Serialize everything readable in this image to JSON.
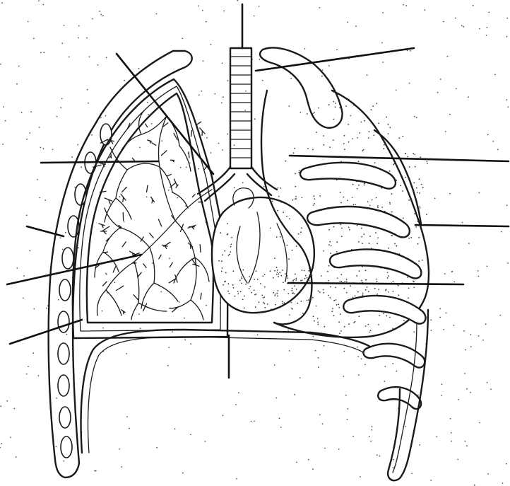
{
  "figure": {
    "background_color": "#ffffff",
    "ink_color": "#1a1a1a",
    "shading_color": "#3a3a3a",
    "label_slots": [
      {
        "id": "top-center",
        "text": ""
      },
      {
        "id": "upper-left-diagonal",
        "text": ""
      },
      {
        "id": "top-right",
        "text": ""
      },
      {
        "id": "left-upper",
        "text": ""
      },
      {
        "id": "right-upper",
        "text": ""
      },
      {
        "id": "left-middle",
        "text": ""
      },
      {
        "id": "right-middle",
        "text": ""
      },
      {
        "id": "left-lower",
        "text": ""
      },
      {
        "id": "right-lower",
        "text": ""
      },
      {
        "id": "left-bottom",
        "text": ""
      },
      {
        "id": "bottom-center",
        "text": ""
      }
    ]
  }
}
